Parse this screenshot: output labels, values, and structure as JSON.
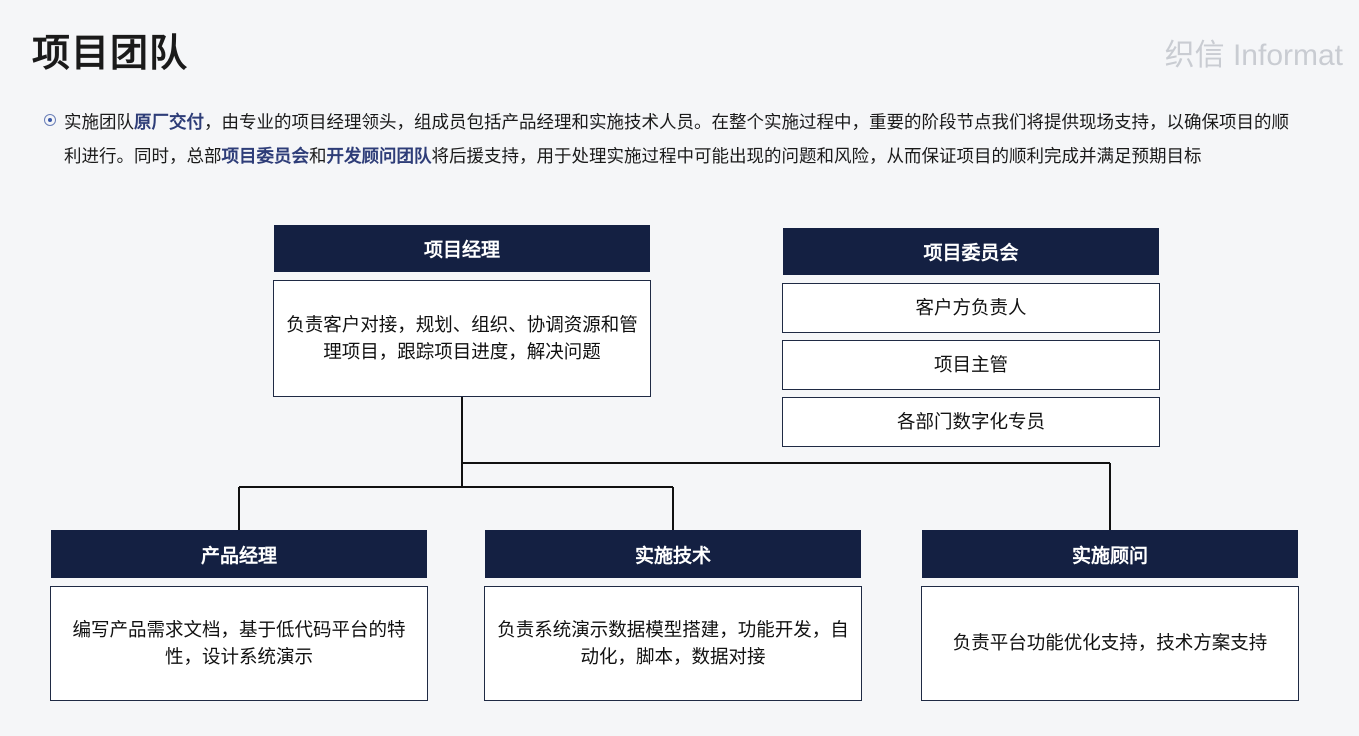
{
  "page": {
    "title": "项目团队",
    "logo_text": "织信 Informat"
  },
  "intro": {
    "part1": "实施团队",
    "hl1": "原厂交付",
    "part2": "，由专业的项目经理领头，组成员包括产品经理和实施技术人员。在整个实施过程中，重要的阶段节点我们将提供现场支持，以确保项目的顺利进行。同时，总部",
    "hl2": "项目委员会",
    "part3": "和",
    "hl3": "开发顾问团队",
    "part4": "将后援支持，用于处理实施过程中可能出现的问题和风险，从而保证项目的顺利完成并满足预期目标"
  },
  "pm": {
    "title": "项目经理",
    "desc": "负责客户对接，规划、组织、协调资源和管理项目，跟踪项目进度，解决问题"
  },
  "committee": {
    "title": "项目委员会",
    "members": [
      "客户方负责人",
      "项目主管",
      "各部门数字化专员"
    ]
  },
  "product": {
    "title": "产品经理",
    "desc": "编写产品需求文档，基于低代码平台的特性，设计系统演示"
  },
  "tech": {
    "title": "实施技术",
    "desc": "负责系统演示数据模型搭建，功能开发，自动化，脚本，数据对接"
  },
  "consultant": {
    "title": "实施顾问",
    "desc": "负责平台功能优化支持，技术方案支持"
  },
  "colors": {
    "header_bg": "#142042",
    "highlight": "#2e3d78"
  }
}
